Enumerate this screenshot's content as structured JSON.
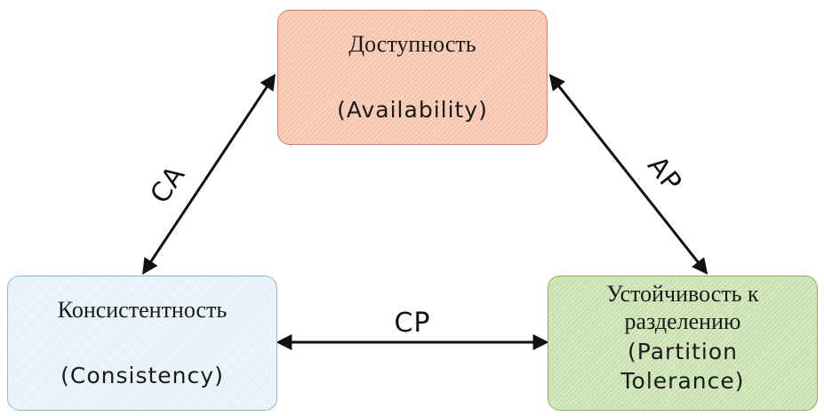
{
  "nodes": {
    "availability": {
      "title": "Доступность",
      "subtitle": "(Availability)",
      "color": "#f6c3ab"
    },
    "consistency": {
      "title": "Консистентность",
      "subtitle": "(Consistency)",
      "color": "#e4f0f8"
    },
    "partition": {
      "title_line1": "Устойчивость к",
      "title_line2": "разделению",
      "subtitle_line1": "(Partition",
      "subtitle_line2": "Tolerance)",
      "color": "#c7dfae"
    }
  },
  "edges": {
    "ca": {
      "label": "CA",
      "from": "consistency",
      "to": "availability",
      "bidirectional": true
    },
    "ap": {
      "label": "AP",
      "from": "availability",
      "to": "partition",
      "bidirectional": true
    },
    "cp": {
      "label": "CP",
      "from": "consistency",
      "to": "partition",
      "bidirectional": true
    }
  }
}
